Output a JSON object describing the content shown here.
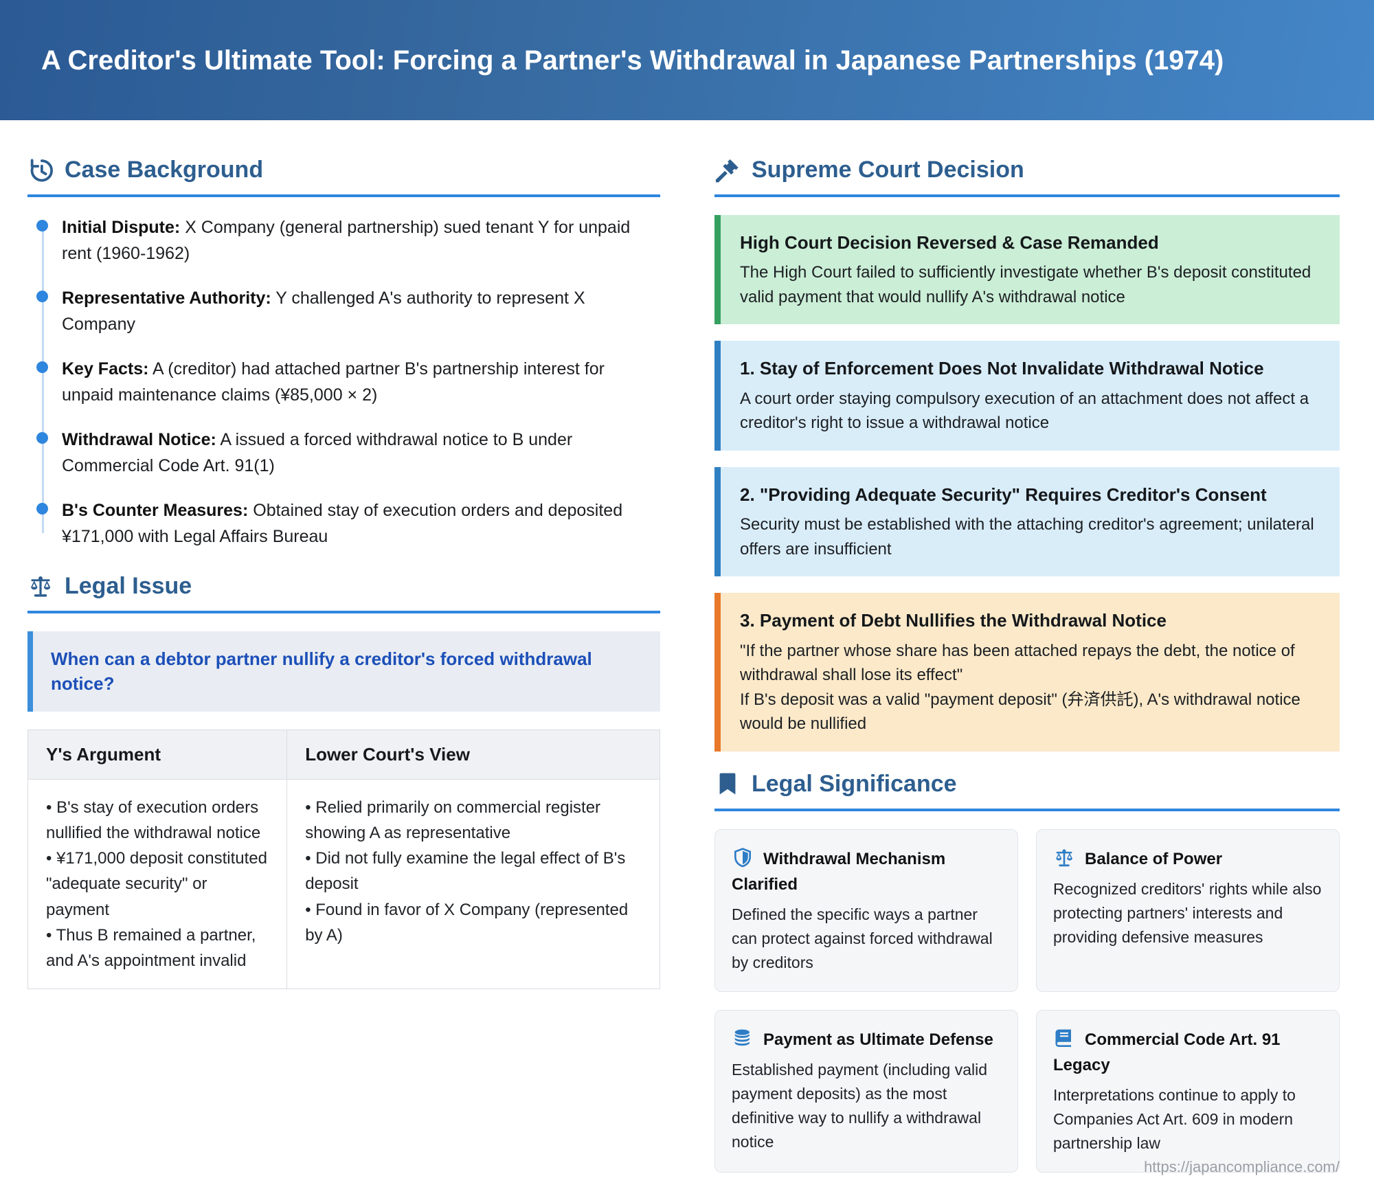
{
  "page": {
    "title": "A Creditor's Ultimate Tool: Forcing a Partner's Withdrawal in Japanese Partnerships (1974)",
    "footer_url": "https://japancompliance.com/"
  },
  "colors": {
    "header_gradient_start": "#2b5a94",
    "header_gradient_end": "#4486c8",
    "heading_navy": "#2d5e8f",
    "accent_blue": "#2e86de",
    "question_text_blue": "#1c4fb8",
    "green_box_bg": "#cbeed6",
    "green_box_border": "#35a05f",
    "blue_box_bg": "#d9edf9",
    "blue_box_border": "#2f80c3",
    "orange_box_bg": "#fbe9c9",
    "orange_box_border": "#e8782a",
    "card_bg": "#f5f6f8",
    "footer_gray": "#9aa0a6"
  },
  "case_background": {
    "heading": "Case Background",
    "icon": "history-icon",
    "items": [
      {
        "label": "Initial Dispute:",
        "text": "X Company (general partnership) sued tenant Y for unpaid rent (1960-1962)"
      },
      {
        "label": "Representative Authority:",
        "text": "Y challenged A's authority to represent X Company"
      },
      {
        "label": "Key Facts:",
        "text": "A (creditor) had attached partner B's partnership interest for unpaid maintenance claims (¥85,000 × 2)"
      },
      {
        "label": "Withdrawal Notice:",
        "text": "A issued a forced withdrawal notice to B under Commercial Code Art. 91(1)"
      },
      {
        "label": "B's Counter Measures:",
        "text": "Obtained stay of execution orders and deposited ¥171,000 with Legal Affairs Bureau"
      }
    ]
  },
  "legal_issue": {
    "heading": "Legal Issue",
    "icon": "scales-icon",
    "question": "When can a debtor partner nullify a creditor's forced withdrawal notice?",
    "table": {
      "headers": [
        "Y's Argument",
        "Lower Court's View"
      ],
      "cells": [
        [
          "• B's stay of execution orders nullified the withdrawal notice",
          "• ¥171,000 deposit constituted \"adequate security\" or payment",
          "• Thus B remained a partner, and A's appointment invalid"
        ],
        [
          "• Relied primarily on commercial register showing A as representative",
          "• Did not fully examine the legal effect of B's deposit",
          "• Found in favor of X Company (represented by A)"
        ]
      ]
    }
  },
  "supreme_court": {
    "heading": "Supreme Court Decision",
    "icon": "gavel-icon",
    "boxes": [
      {
        "style": "green",
        "title": "High Court Decision Reversed & Case Remanded",
        "body": "The High Court failed to sufficiently investigate whether B's deposit constituted valid payment that would nullify A's withdrawal notice"
      },
      {
        "style": "blue",
        "title": "1. Stay of Enforcement Does Not Invalidate Withdrawal Notice",
        "body": "A court order staying compulsory execution of an attachment does not affect a creditor's right to issue a withdrawal notice"
      },
      {
        "style": "blue",
        "title": "2. \"Providing Adequate Security\" Requires Creditor's Consent",
        "body": "Security must be established with the attaching creditor's agreement; unilateral offers are insufficient"
      },
      {
        "style": "orange",
        "title": "3. Payment of Debt Nullifies the Withdrawal Notice",
        "body": [
          "\"If the partner whose share has been attached repays the debt, the notice of withdrawal shall lose its effect\"",
          "If B's deposit was a valid \"payment deposit\" (弁済供託), A's withdrawal notice would be nullified"
        ]
      }
    ]
  },
  "legal_significance": {
    "heading": "Legal Significance",
    "icon": "bookmark-icon",
    "cards": [
      {
        "icon": "shield-icon",
        "title": "Withdrawal Mechanism Clarified",
        "body": "Defined the specific ways a partner can protect against forced withdrawal by creditors"
      },
      {
        "icon": "balance-scale-icon",
        "title": "Balance of Power",
        "body": "Recognized creditors' rights while also protecting partners' interests and providing defensive measures"
      },
      {
        "icon": "coins-icon",
        "title": "Payment as Ultimate Defense",
        "body": "Established payment (including valid payment deposits) as the most definitive way to nullify a withdrawal notice"
      },
      {
        "icon": "book-icon",
        "title": "Commercial Code Art. 91 Legacy",
        "body": "Interpretations continue to apply to Companies Act Art. 609 in modern partnership law"
      }
    ]
  }
}
